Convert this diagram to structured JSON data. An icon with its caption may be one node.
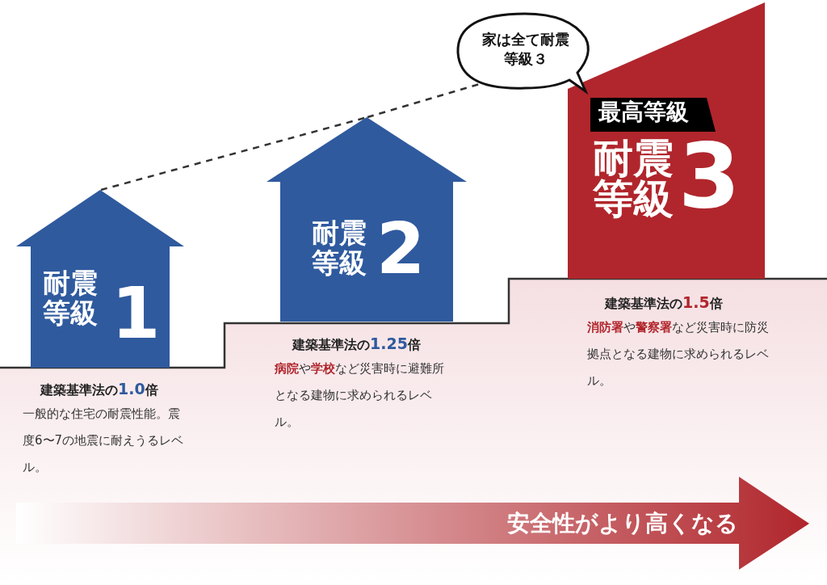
{
  "diagram": {
    "nodes": [
      {
        "text": [
          "耐震等級",
          "1"
        ],
        "beside": [
          "建築基準法の**1.0**倍",
          "一般的な住宅の耐震性能。震度6〜7の地震に耐えうるレベル。"
        ]
      },
      {
        "text": [
          "耐震等級",
          "2"
        ],
        "beside": [
          "建築基準法の**1.25**倍",
          "**病院**や**学校**など災害時に避難所となる建物に求められるレベル。"
        ]
      },
      {
        "text": [
          "最高等級",
          "耐震等級",
          "3"
        ],
        "beside": [
          "建築基準法の**1.5**倍",
          "**消防署**や**警察署**など災害時に防災拠点となる建物に求められるレベル。"
        ]
      },
      {
        "text": [
          "家は全て耐震等級３"
        ]
      },
      {
        "text": [
          "安全性がより高くなる"
        ]
      }
    ],
    "edges": [
      {
        "from": 0,
        "to": 1,
        "arrow": "none",
        "style": "dashed"
      },
      {
        "from": 1,
        "to": 3,
        "arrow": "none",
        "style": "dashed"
      }
    ]
  }
}
